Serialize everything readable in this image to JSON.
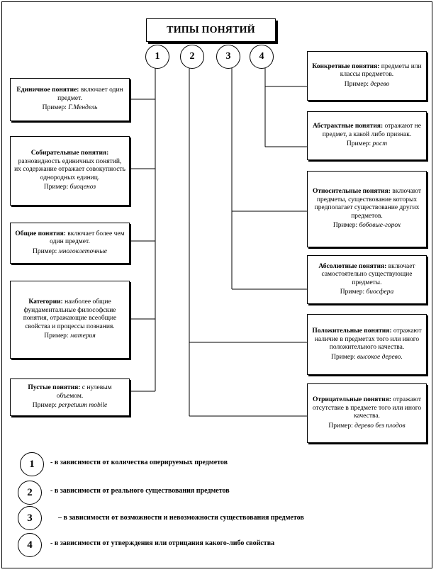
{
  "title": "ТИПЫ ПОНЯТИЙ",
  "branches": [
    "1",
    "2",
    "3",
    "4"
  ],
  "left_boxes": [
    {
      "head": "Единичное понятие:",
      "desc": "включает один предмет.",
      "example_label": "Пример:",
      "example": "Г.Мендель"
    },
    {
      "head": "Собирательные понятия:",
      "desc": "разновидность единичных понятий, их содержание отражает совокупность однородных единиц.",
      "example_label": "Пример:",
      "example": "биоценоз"
    },
    {
      "head": "Общие понятия:",
      "desc": "включает более чем один предмет.",
      "example_label": "Пример:",
      "example": "многоклеточные"
    },
    {
      "head": "Категории:",
      "desc": "наиболее общие фундаментальные философские понятия, отражающие всеобщие свойства и процессы познания.",
      "example_label": "Пример:",
      "example": "материя"
    },
    {
      "head": "Пустые понятия:",
      "desc": "с нулевым объемом.",
      "example_label": "Пример:",
      "example": "perpetuum mobile"
    }
  ],
  "right_boxes": [
    {
      "head": "Конкретные понятия:",
      "desc": "предметы или классы предметов.",
      "example_label": "Пример:",
      "example": "дерево"
    },
    {
      "head": "Абстрактные понятия:",
      "desc": "отражают не предмет, а какой либо признак.",
      "example_label": "Пример:",
      "example": "рост"
    },
    {
      "head": "Относительные понятия:",
      "desc": "включают предметы, существование которых предполагает существование других предметов.",
      "example_label": "Пример:",
      "example": "бобовые-горох"
    },
    {
      "head": "Абсолютные понятия:",
      "desc": "включает самостоятельно существующие предметы.",
      "example_label": "Пример:",
      "example": "биосфера"
    },
    {
      "head": "Положительные понятия:",
      "desc": "отражают наличие в предметах того или иного положительного качества.",
      "example_label": "Пример:",
      "example": "высокое дерево."
    },
    {
      "head": "Отрицательные понятия:",
      "desc": "отражают отсутствие в предмете того или иного качества.",
      "example_label": "Пример:",
      "example": "дерево без плодов"
    }
  ],
  "legend": [
    {
      "num": "1",
      "text": "- в зависимости от количества оперируемых предметов"
    },
    {
      "num": "2",
      "text": "- в зависимости от реального существования предметов"
    },
    {
      "num": "3",
      "text": "– в зависимости от возможности и невозможности существования предметов"
    },
    {
      "num": "4",
      "text": "- в зависимости от утверждения или отрицания какого-либо свойства"
    }
  ]
}
